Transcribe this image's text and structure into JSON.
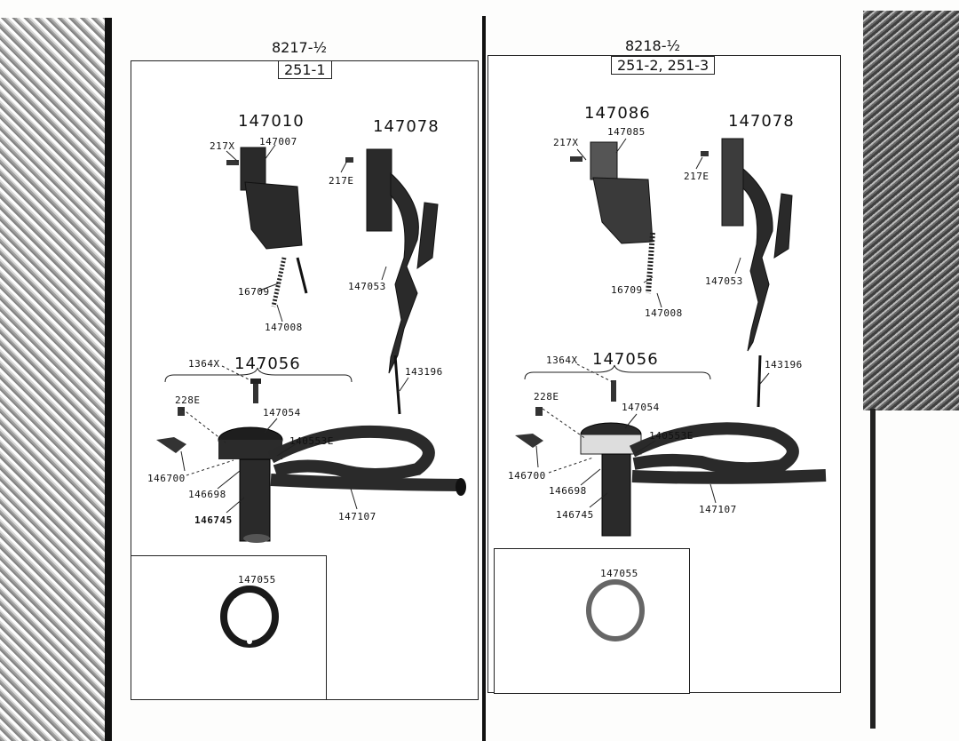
{
  "left": {
    "model": "8217-½",
    "boxed": "251-1",
    "labels": {
      "a": "147010",
      "b": "147078",
      "c": "217X",
      "d": "147007",
      "e": "217E",
      "f": "16709",
      "g": "147053",
      "h": "147008",
      "i": "1364X",
      "j": "147056",
      "k": "143196",
      "l": "228E",
      "m": "147054",
      "n": "140553E",
      "o": "146700",
      "p": "146698",
      "q": "146745",
      "r": "147107",
      "s": "147055"
    }
  },
  "right": {
    "model": "8218-½",
    "boxed": "251-2, 251-3",
    "labels": {
      "a": "147086",
      "b": "147078",
      "c": "217X",
      "d": "147085",
      "e": "217E",
      "f": "16709",
      "g": "147053",
      "h": "147008",
      "i": "1364X",
      "j": "147056",
      "k": "143196",
      "l": "228E",
      "m": "147054",
      "n": "140553E",
      "o": "146700",
      "p": "146698",
      "q": "146745",
      "r": "147107",
      "s": "147055"
    }
  }
}
